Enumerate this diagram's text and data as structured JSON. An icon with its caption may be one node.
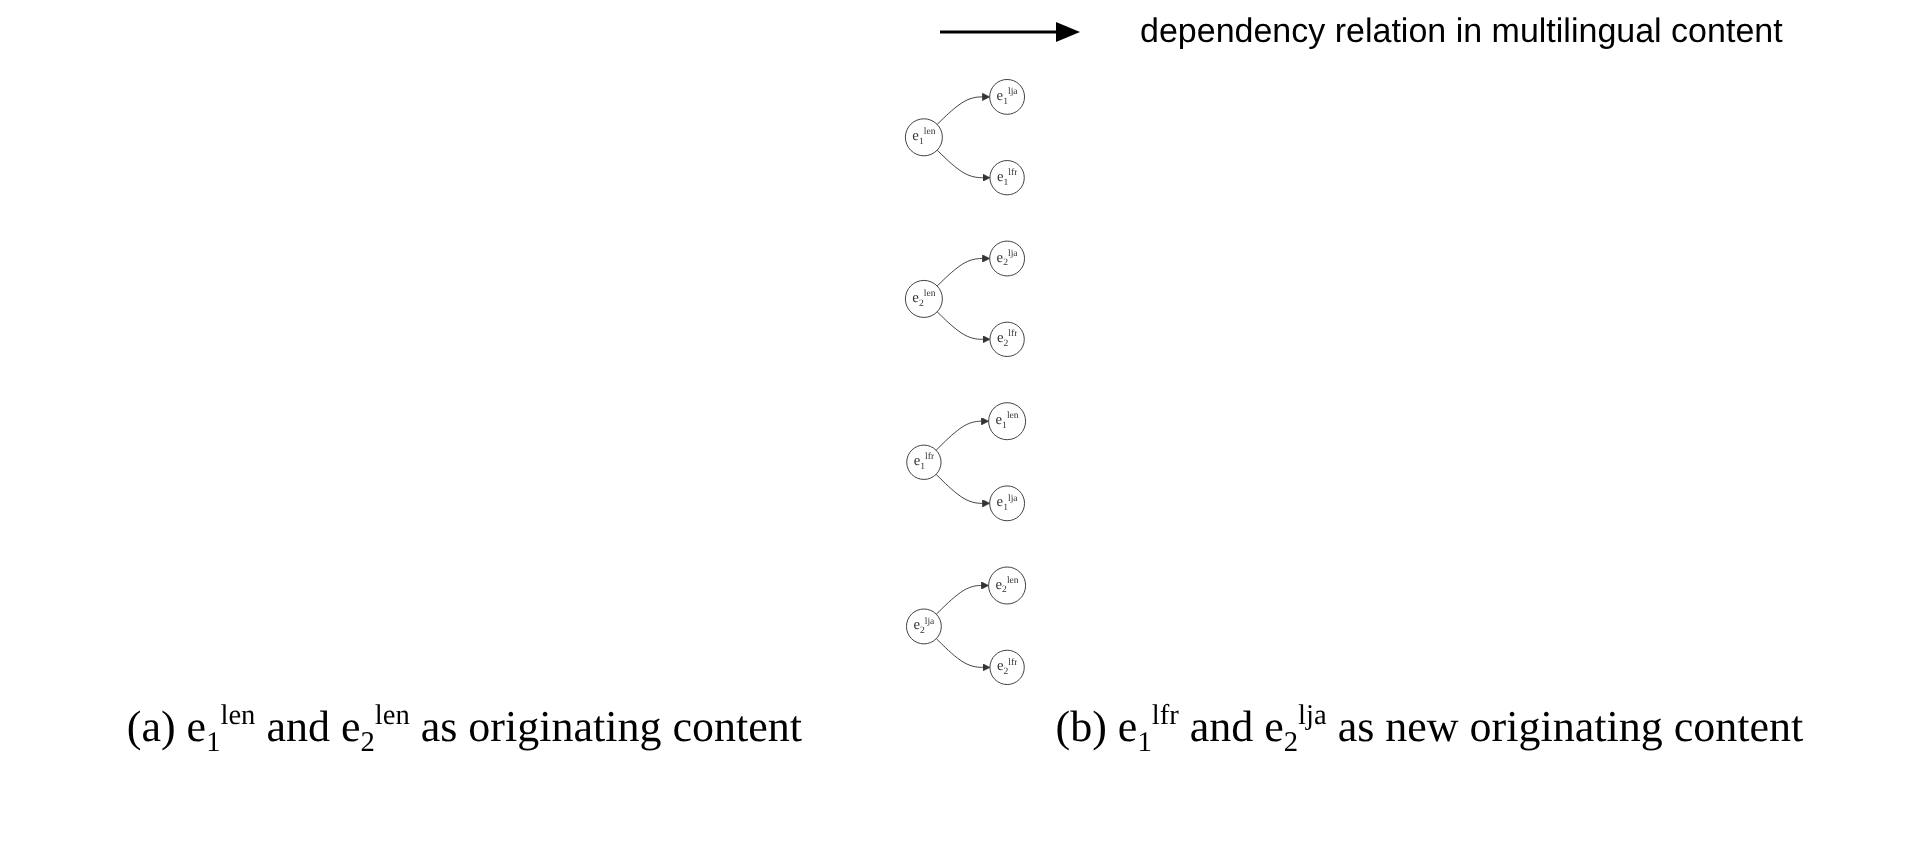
{
  "diagram": {
    "nodes": [
      {
        "text": [
          "e$_{1}$$^{len}$"
        ]
      },
      {
        "text": [
          "e$_{1}$$^{lja}$"
        ]
      },
      {
        "text": [
          "e$_{1}$$^{lfr}$"
        ]
      },
      {
        "text": [
          "e$_{2}$$^{len}$"
        ]
      },
      {
        "text": [
          "e$_{2}$$^{lja}$"
        ]
      },
      {
        "text": [
          "e$_{2}$$^{lfr}$"
        ]
      },
      {
        "text": [
          "e$_{1}$$^{len}$"
        ]
      },
      {
        "text": [
          "e$_{1}$$^{lja}$"
        ]
      },
      {
        "text": [
          "e$_{1}$$^{lfr}$"
        ]
      },
      {
        "text": [
          "e$_{2}$$^{len}$"
        ]
      },
      {
        "text": [
          "e$_{2}$$^{lja}$"
        ]
      },
      {
        "text": [
          "e$_{2}$$^{lfr}$"
        ]
      }
    ],
    "edges": [
      {
        "from": 0,
        "to": 1,
        "arrow": "to"
      },
      {
        "from": 0,
        "to": 2,
        "arrow": "to"
      },
      {
        "from": 3,
        "to": 4,
        "arrow": "to"
      },
      {
        "from": 3,
        "to": 5,
        "arrow": "to"
      },
      {
        "from": 8,
        "to": 6,
        "arrow": "to"
      },
      {
        "from": 8,
        "to": 7,
        "arrow": "to"
      },
      {
        "from": 10,
        "to": 9,
        "arrow": "to"
      },
      {
        "from": 10,
        "to": 11,
        "arrow": "to"
      }
    ],
    "labels": [
      "(a) e$_{1}$$^{len}$ and e$_{2}$$^{len}$ as originating content",
      "(b) e$_{1}$$^{lfr}$ and e$_{2}$$^{lja}$ as new originating content"
    ],
    "legend": [
      {
        "text": "dependency relation in multilingual content"
      }
    ]
  }
}
